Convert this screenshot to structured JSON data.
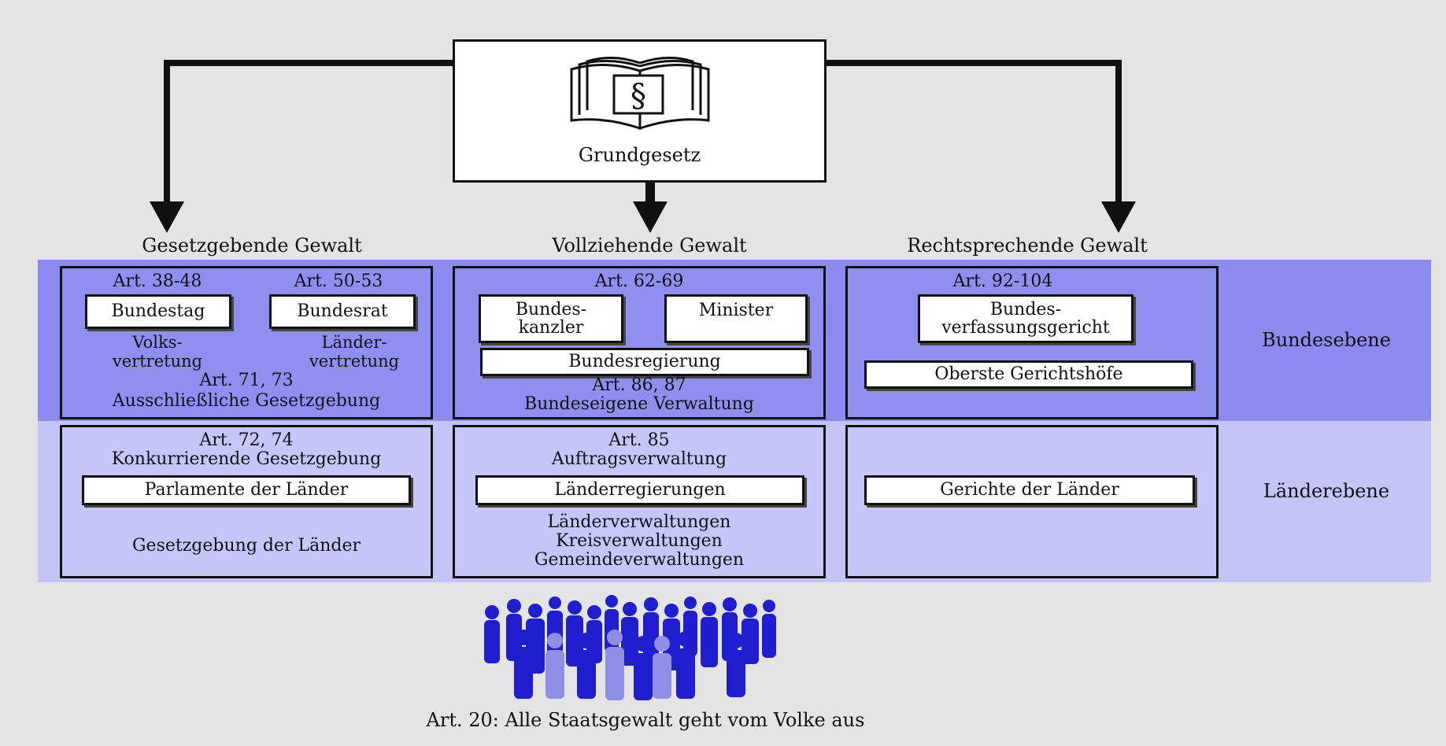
{
  "header": {
    "title": "Grundgesetz",
    "book_icon": "paragraph-book-icon"
  },
  "columns": {
    "legislative": {
      "heading": "Gesetzgebende Gewalt"
    },
    "executive": {
      "heading": "Vollziehende Gewalt"
    },
    "judicial": {
      "heading": "Rechtsprechende Gewalt"
    }
  },
  "levels": {
    "federal": "Bundesebene",
    "state": "Länderebene"
  },
  "federal": {
    "legislative": {
      "art_left": "Art. 38-48",
      "art_right": "Art. 50-53",
      "bundestag": "Bundestag",
      "bundesrat": "Bundesrat",
      "volks_line1": "Volks-",
      "volks_line2": "vertretung",
      "laender_line1": "Länder-",
      "laender_line2": "vertretung",
      "art_bottom": "Art. 71, 73",
      "bottom_label": "Ausschließliche Gesetzgebung"
    },
    "executive": {
      "art_top": "Art. 62-69",
      "kanzler_line1": "Bundes-",
      "kanzler_line2": "kanzler",
      "minister": "Minister",
      "regierung": "Bundesregierung",
      "art_bottom": "Art. 86, 87",
      "bottom_label": "Bundeseigene Verwaltung"
    },
    "judicial": {
      "art_top": "Art. 92-104",
      "bvg_line1": "Bundes-",
      "bvg_line2": "verfassungsgericht",
      "oberste": "Oberste Gerichtshöfe"
    }
  },
  "state": {
    "legislative": {
      "art_top": "Art. 72, 74",
      "subtitle": "Konkurrierende Gesetzgebung",
      "parlamente": "Parlamente der Länder",
      "bottom_label": "Gesetzgebung der Länder"
    },
    "executive": {
      "art_top": "Art. 85",
      "subtitle": "Auftragsverwaltung",
      "regierungen": "Länderregierungen",
      "line1": "Länderverwaltungen",
      "line2": "Kreisverwaltungen",
      "line3": "Gemeindeverwaltungen"
    },
    "judicial": {
      "gerichte": "Gerichte der Länder"
    }
  },
  "footer": {
    "caption": "Art. 20: Alle Staatsgewalt geht vom Volke aus"
  },
  "colors": {
    "federal_band": "#8c8cf0",
    "state_band": "#c4c4f8",
    "crowd": "#1f1fd0"
  }
}
